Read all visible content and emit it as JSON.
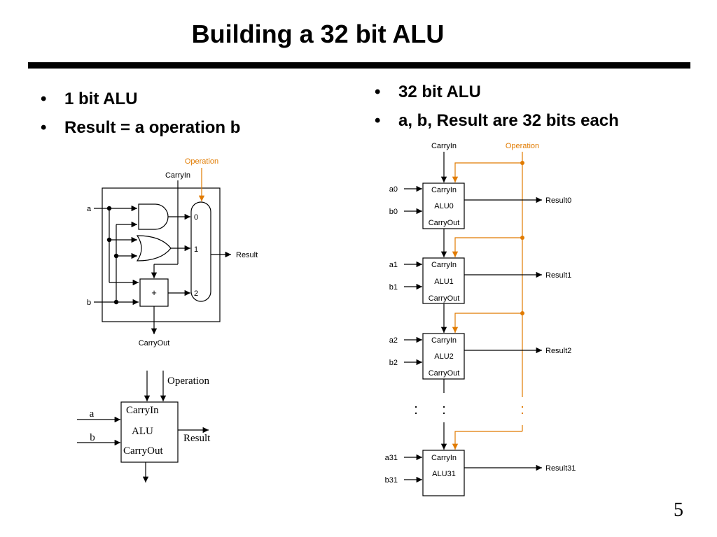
{
  "slide": {
    "title": "Building a 32 bit ALU",
    "page_number": "5",
    "left_bullets": [
      "1 bit ALU",
      "Result = a operation b"
    ],
    "right_bullets": [
      "32 bit ALU",
      "a, b, Result are 32 bits each"
    ],
    "bullet_char": "•"
  },
  "colors": {
    "accent": "#e17b00",
    "line": "#000000"
  },
  "alu1_detail": {
    "operation": "Operation",
    "carry_in": "CarryIn",
    "a": "a",
    "b": "b",
    "result": "Result",
    "carry_out": "CarryOut",
    "mux_inputs": [
      "0",
      "1",
      "2"
    ],
    "adder_symbol": "+"
  },
  "alu1_block": {
    "operation": "Operation",
    "a": "a",
    "b": "b",
    "carry_in": "CarryIn",
    "name": "ALU",
    "carry_out": "CarryOut",
    "result": "Result"
  },
  "alu32": {
    "carry_in": "CarryIn",
    "operation": "Operation",
    "ellipsis": ":",
    "units": [
      {
        "a": "a0",
        "b": "b0",
        "carry_in": "CarryIn",
        "name": "ALU0",
        "carry_out": "CarryOut",
        "result": "Result0"
      },
      {
        "a": "a1",
        "b": "b1",
        "carry_in": "CarryIn",
        "name": "ALU1",
        "carry_out": "CarryOut",
        "result": "Result1"
      },
      {
        "a": "a2",
        "b": "b2",
        "carry_in": "CarryIn",
        "name": "ALU2",
        "carry_out": "CarryOut",
        "result": "Result2"
      },
      {
        "a": "a31",
        "b": "b31",
        "carry_in": "CarryIn",
        "name": "ALU31",
        "result": "Result31"
      }
    ]
  }
}
